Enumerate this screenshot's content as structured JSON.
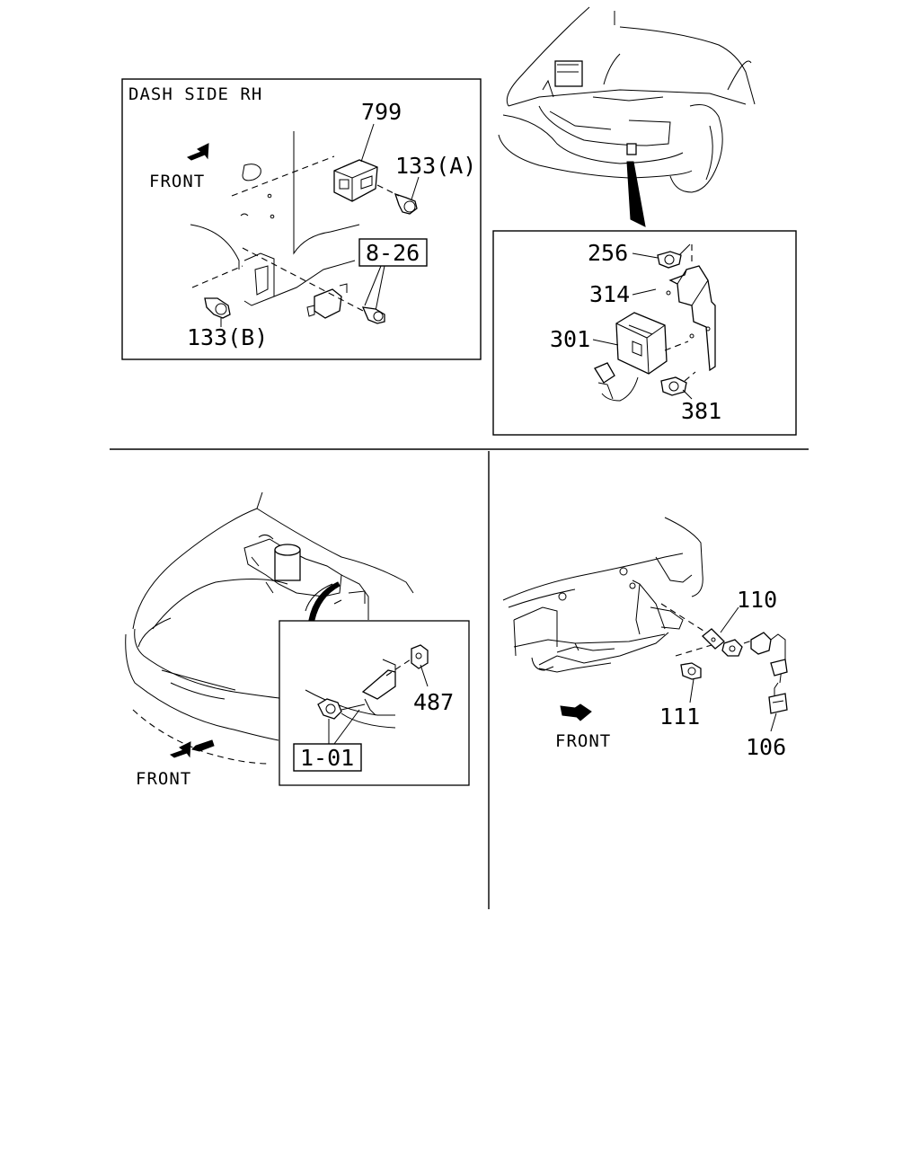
{
  "panels": {
    "dash_side": {
      "title": "DASH SIDE RH",
      "front": "FRONT",
      "labels": {
        "p799": "799",
        "p133a": "133(A)",
        "p826": "8-26",
        "p133b": "133(B)"
      }
    },
    "engine_bay": {
      "labels": {
        "p256": "256",
        "p314": "314",
        "p301": "301",
        "p381": "381"
      }
    },
    "front_hood": {
      "front": "FRONT",
      "labels": {
        "p487": "487",
        "p101": "1-01"
      }
    },
    "bumper": {
      "front": "FRONT",
      "labels": {
        "p110": "110",
        "p111": "111",
        "p106": "106"
      }
    }
  }
}
